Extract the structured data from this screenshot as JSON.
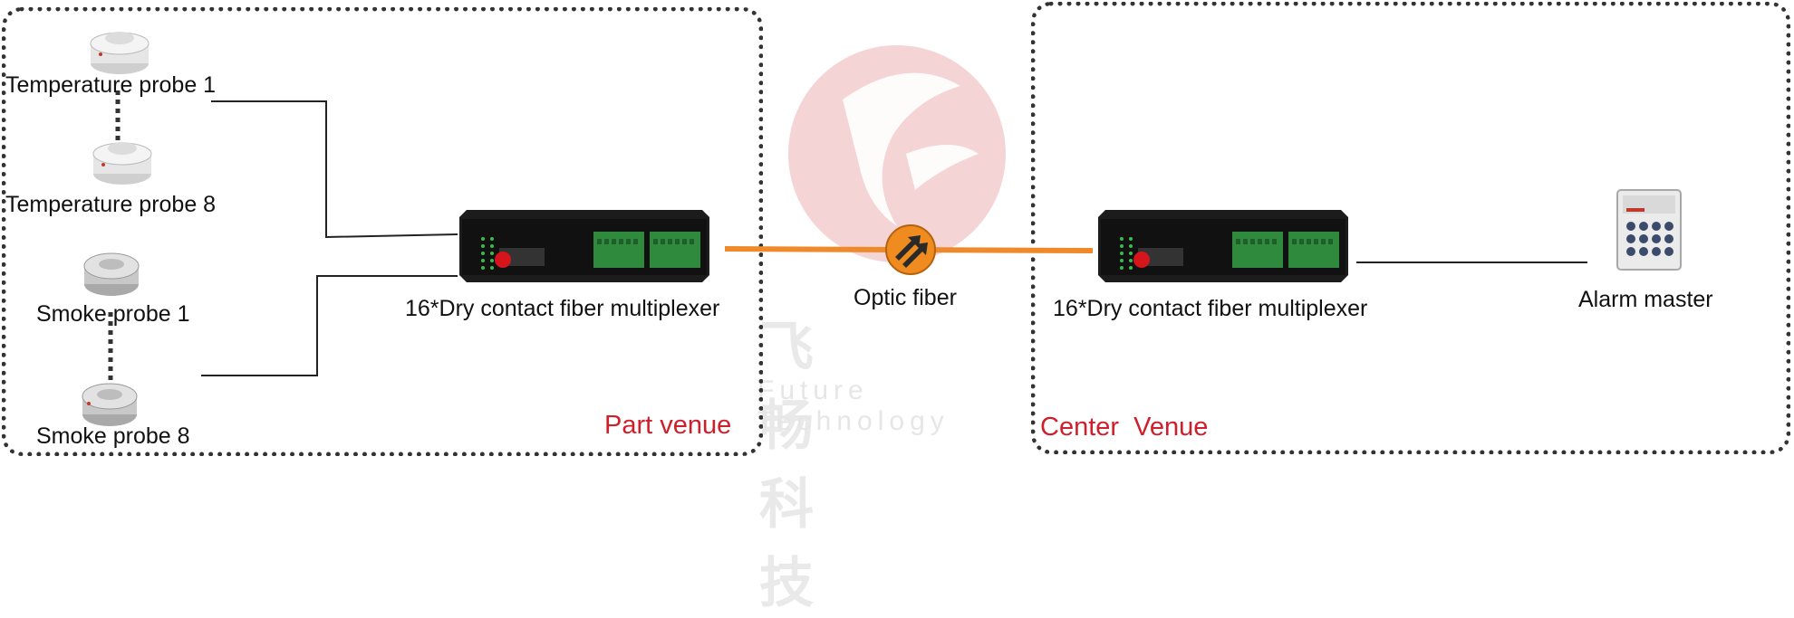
{
  "watermark": {
    "chinese": "飞畅科技",
    "english": "Future Technology"
  },
  "venues": {
    "left": {
      "label": "Part venue"
    },
    "right": {
      "label": "Center  Venue"
    }
  },
  "probes": [
    {
      "label": "Temperature probe  1"
    },
    {
      "label": "Temperature probe  8"
    },
    {
      "label": "Smoke probe  1"
    },
    {
      "label": "Smoke probe  8"
    }
  ],
  "devices": {
    "left_mux": {
      "label": "16*Dry contact fiber multiplexer"
    },
    "right_mux": {
      "label": "16*Dry contact fiber multiplexer"
    },
    "fiber": {
      "label": "Optic fiber"
    },
    "alarm": {
      "label": "Alarm master"
    }
  },
  "colors": {
    "fiber": "#ee8a2a",
    "venue_label": "#d01f2a",
    "watermark_logo": "#f2c6c8"
  }
}
